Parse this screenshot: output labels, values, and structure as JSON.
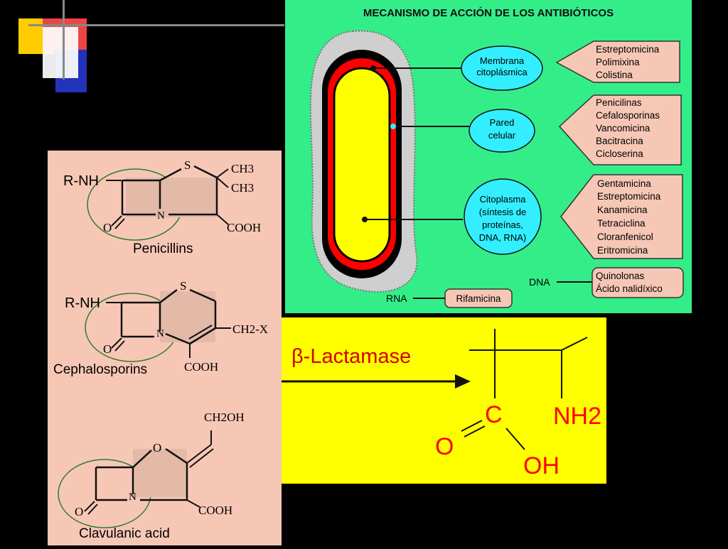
{
  "colors": {
    "background": "#000000",
    "panel_green": "#33ee88",
    "panel_pink": "#f7c7b6",
    "panel_yellow": "#ffff00",
    "cell_membrane": "#ff0000",
    "cytoplasm": "#ffff00",
    "bubble": "#33eeff",
    "drug_box": "#f7c7b6",
    "reaction_red": "#ff0000"
  },
  "mechanism": {
    "title": "MECANISMO DE ACCIÓN DE LOS ANTIBIÓTICOS",
    "targets": [
      {
        "label_lines": [
          "Membrana",
          "citoplásmica"
        ],
        "drugs": [
          "Estreptomicina",
          "Polimixina",
          "Colistina"
        ]
      },
      {
        "label_lines": [
          "Pared",
          "celular"
        ],
        "drugs": [
          "Penicilinas",
          "Cefalosporinas",
          "Vancomicina",
          "Bacitracina",
          "Cicloserina"
        ]
      },
      {
        "label_lines": [
          "Citoplasma",
          "(síntesis de",
          "proteínas,",
          "DNA, RNA)"
        ],
        "drugs": [
          "Gentamicina",
          "Estreptomicina",
          "Kanamicina",
          "Tetraciclina",
          "Cloranfenicol",
          "Eritromicina"
        ]
      }
    ],
    "dna": {
      "label": "DNA",
      "drugs": [
        "Quinolonas",
        "Ácido nalidíxico"
      ]
    },
    "rna": {
      "label": "RNA",
      "drugs": [
        "Rifamicina"
      ]
    }
  },
  "structures": {
    "penicillins": {
      "name": "Penicillins",
      "rnh": "R-NH",
      "atoms": {
        "s": "S",
        "n": "N",
        "o": "O",
        "ch3_top": "CH3",
        "ch3_bottom": "CH3",
        "cooh": "COOH"
      }
    },
    "cephalosporins": {
      "name": "Cephalosporins",
      "rnh": "R-NH",
      "atoms": {
        "s": "S",
        "n": "N",
        "o": "O",
        "ch2x": "CH2-X",
        "cooh": "COOH"
      }
    },
    "clavulanic": {
      "name": "Clavulanic acid",
      "atoms": {
        "ch2oh": "CH2OH",
        "o_ring": "O",
        "n": "N",
        "o": "O",
        "cooh": "COOH"
      }
    }
  },
  "reaction": {
    "enzyme": "β-Lactamase",
    "product": {
      "c": "C",
      "nh2": "NH2",
      "o": "O",
      "oh": "OH"
    }
  }
}
